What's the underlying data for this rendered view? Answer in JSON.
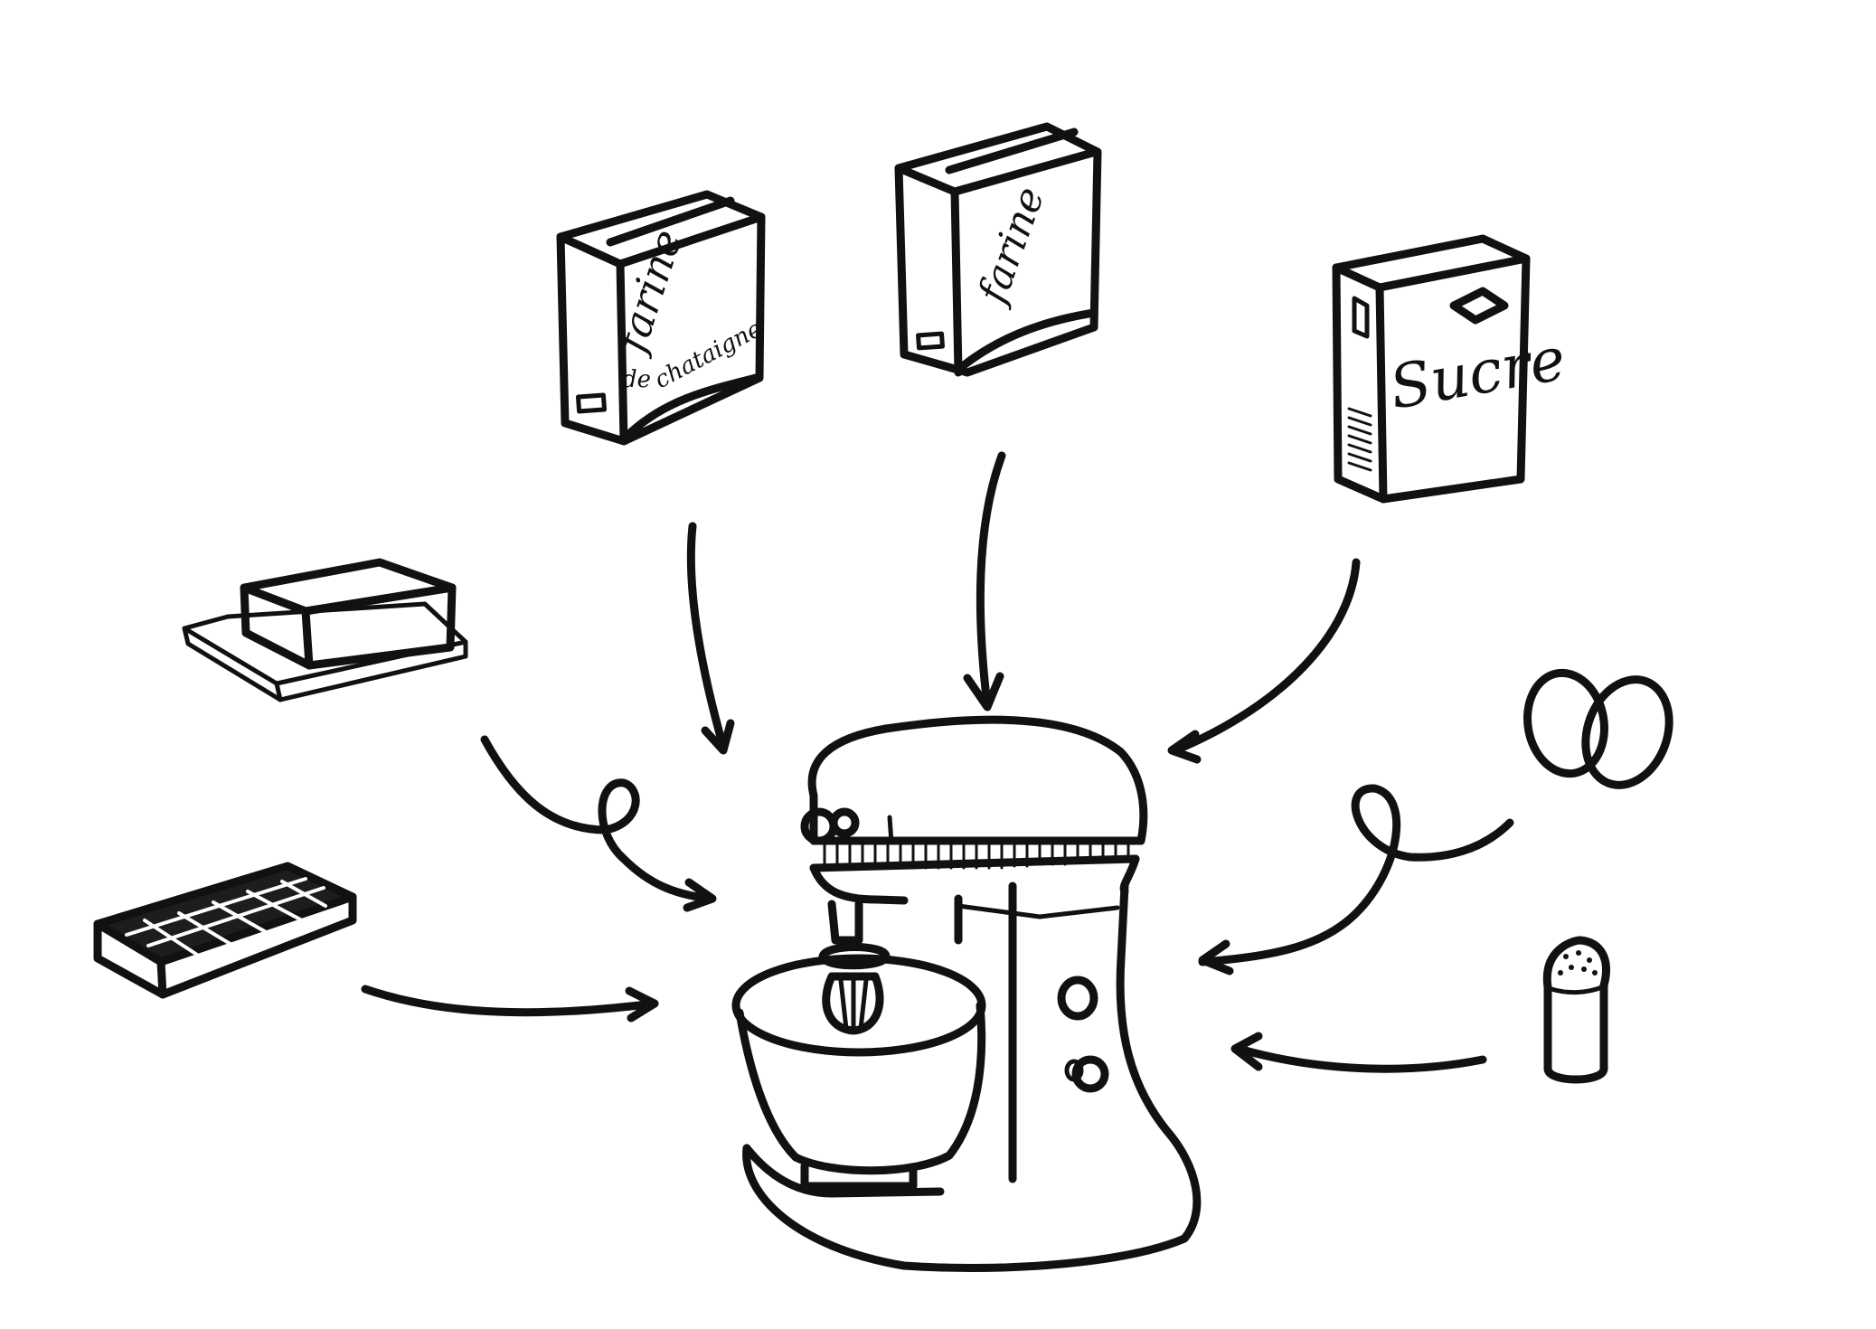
{
  "packages": {
    "chestnut_flour": {
      "line1": "farine",
      "line2_prefix": "de",
      "line2": "chataigne"
    },
    "flour": {
      "label": "farine"
    },
    "sugar": {
      "label": "Sucre"
    }
  },
  "colors": {
    "ink": "#111111",
    "paper": "#ffffff"
  },
  "icons": [
    "butter-icon",
    "chocolate-bar-icon",
    "flour-bag-icon",
    "sugar-box-icon",
    "eggs-icon",
    "salt-shaker-icon",
    "stand-mixer-icon",
    "arrow-icon"
  ]
}
